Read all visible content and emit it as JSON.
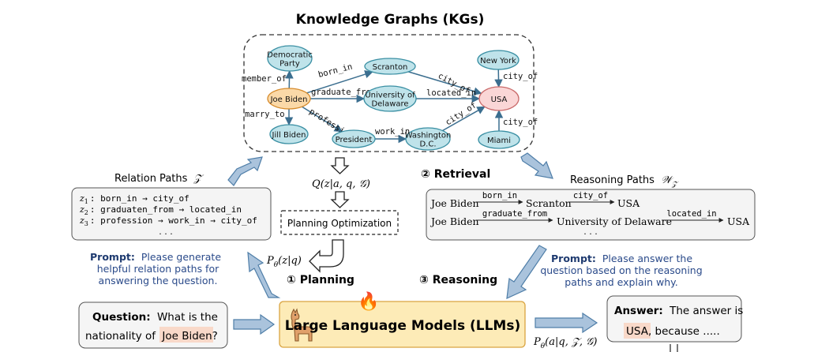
{
  "title": "Knowledge Graphs (KGs)",
  "colors": {
    "entity_fill": "#bfe3ea",
    "entity_stroke": "#3a8fa3",
    "subject_fill": "#fbd9a8",
    "subject_stroke": "#d68a2a",
    "answer_fill": "#fad6d6",
    "answer_stroke": "#c96a6a",
    "edge": "#3b6e8f",
    "big_arrow_fill": "#aac3dc",
    "big_arrow_stroke": "#4f7ea8",
    "llm_fill": "#fdebb7",
    "llm_stroke": "#d9a441",
    "prompt_label": "#1f3b70",
    "prompt_text": "#2a4a8a",
    "highlight": "#f9d9c9"
  },
  "kg": {
    "nodes": [
      {
        "id": "democratic",
        "lines": [
          "Democratic",
          "Party"
        ],
        "kind": "entity"
      },
      {
        "id": "scranton",
        "lines": [
          "Scranton"
        ],
        "kind": "entity"
      },
      {
        "id": "newyork",
        "lines": [
          "New York"
        ],
        "kind": "entity"
      },
      {
        "id": "joe",
        "lines": [
          "Joe Biden"
        ],
        "kind": "subject"
      },
      {
        "id": "udel",
        "lines": [
          "University of",
          "Delaware"
        ],
        "kind": "entity"
      },
      {
        "id": "usa",
        "lines": [
          "USA"
        ],
        "kind": "answer"
      },
      {
        "id": "jill",
        "lines": [
          "Jill Biden"
        ],
        "kind": "entity"
      },
      {
        "id": "president",
        "lines": [
          "President"
        ],
        "kind": "entity"
      },
      {
        "id": "washington",
        "lines": [
          "Washington",
          "D.C."
        ],
        "kind": "entity"
      },
      {
        "id": "miami",
        "lines": [
          "Miami"
        ],
        "kind": "entity"
      }
    ],
    "edges": [
      {
        "from": "joe",
        "to": "democratic",
        "label": "member_of"
      },
      {
        "from": "joe",
        "to": "scranton",
        "label": "born_in"
      },
      {
        "from": "joe",
        "to": "udel",
        "label": "graduate_from"
      },
      {
        "from": "joe",
        "to": "jill",
        "label": "marry_to"
      },
      {
        "from": "joe",
        "to": "president",
        "label": "profession"
      },
      {
        "from": "scranton",
        "to": "usa",
        "label": "city_of"
      },
      {
        "from": "udel",
        "to": "usa",
        "label": "located_in"
      },
      {
        "from": "president",
        "to": "washington",
        "label": "work_in"
      },
      {
        "from": "washington",
        "to": "usa",
        "label": "city_of"
      },
      {
        "from": "newyork",
        "to": "usa",
        "label": "city_of"
      },
      {
        "from": "miami",
        "to": "usa",
        "label": "city_of"
      }
    ]
  },
  "relation_paths": {
    "title": "Relation Paths",
    "title_symbol": "𝒵",
    "rows": [
      {
        "z": "z",
        "sub": "1",
        "path": ": born_in → city_of"
      },
      {
        "z": "z",
        "sub": "2",
        "path": ": graduaten_from → located_in"
      },
      {
        "z": "z",
        "sub": "3",
        "path": ": profession → work_in → city_of"
      }
    ],
    "ellipsis": "· · ·"
  },
  "planning": {
    "q_formula": "Q(z|a, q, 𝒢)",
    "optimization_label": "Planning Optimization",
    "p_formula_main": "P",
    "p_formula_sub": "θ",
    "p_formula_rest": "(z|q)",
    "step_label": "① Planning"
  },
  "retrieval": {
    "step_label": "② Retrieval"
  },
  "reasoning_paths": {
    "title": "Reasoning Paths",
    "title_symbol": "𝒲",
    "title_sub": "𝒵",
    "row1": {
      "a": "Joe Biden",
      "r1": "born_in",
      "b": "Scranton",
      "r2": "city_of",
      "c": "USA"
    },
    "row2": {
      "a": "Joe Biden",
      "r1": "graduate_from",
      "b": "University of Delaware",
      "r2": "located_in",
      "c": "USA"
    },
    "ellipsis": "· · ·"
  },
  "prompt_left": {
    "label": "Prompt:",
    "lines": [
      "Please generate",
      "helpful relation paths for",
      "answering the question."
    ]
  },
  "prompt_right": {
    "label": "Prompt:",
    "lines": [
      "Please answer the",
      "question based on the reasoning",
      "paths and explain why."
    ]
  },
  "reasoning": {
    "step_label": "③ Reasoning"
  },
  "question": {
    "label": "Question:",
    "text1": "What is the",
    "text2": "nationality of",
    "entity": "Joe Biden",
    "end": "?"
  },
  "llm": {
    "icon_emoji": "🔥",
    "label": "Large Language Models (LLMs)"
  },
  "answer": {
    "label": "Answer:",
    "text1": "The answer is",
    "entity": "USA",
    "text2": ", because ....."
  },
  "answer_formula": {
    "main": "P",
    "sub": "θ",
    "rest": "(a|q, 𝒵, 𝒢)"
  }
}
